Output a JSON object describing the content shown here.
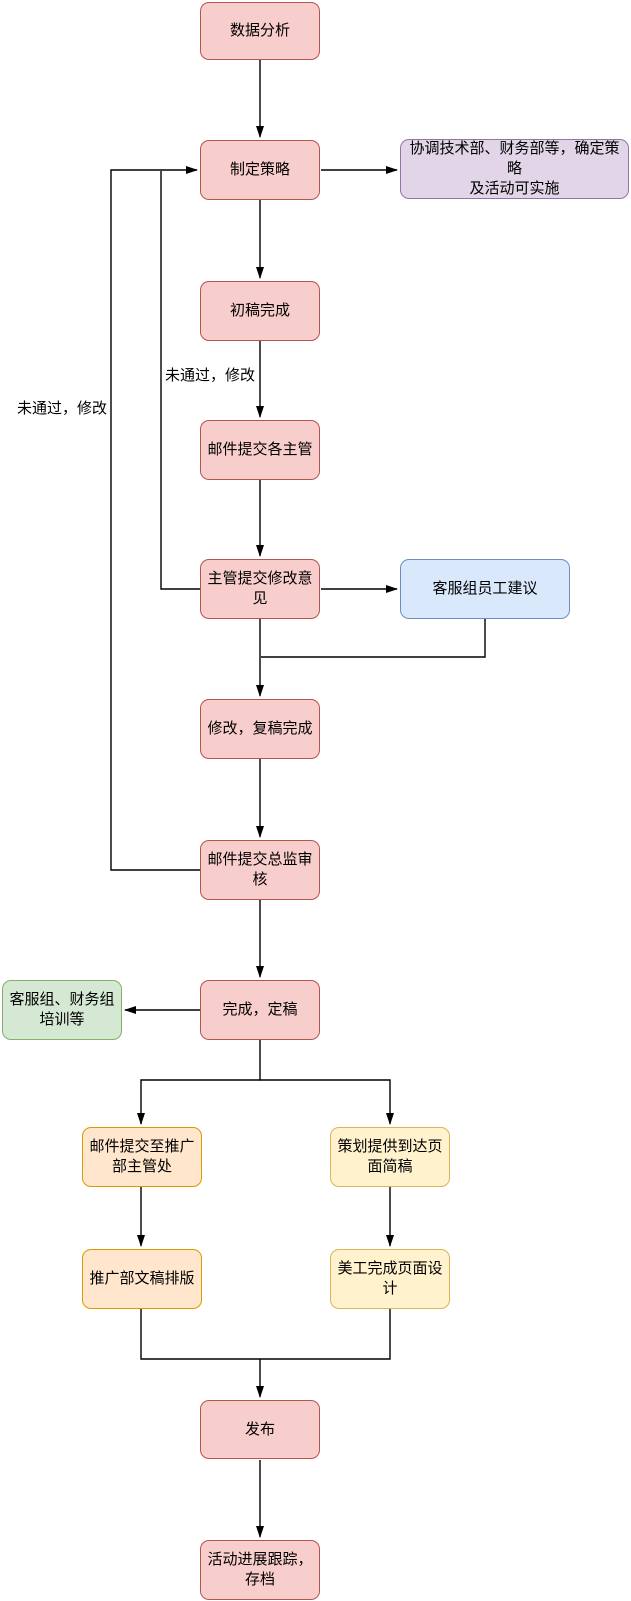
{
  "diagram": {
    "type": "flowchart",
    "background": "#ffffff",
    "nodes": {
      "data_analysis": {
        "label": "数据分析",
        "color": "pink"
      },
      "strategy": {
        "label": "制定策略",
        "color": "pink"
      },
      "coordinate": {
        "label": "协调技术部、财务部等，确定策略\n及活动可实施",
        "color": "purple"
      },
      "first_draft": {
        "label": "初稿完成",
        "color": "pink"
      },
      "email_supervisors": {
        "label": "邮件提交各主管",
        "color": "pink"
      },
      "supervisor_feedback": {
        "label": "主管提交修改意\n见",
        "color": "pink"
      },
      "cs_staff_suggestions": {
        "label": "客服组员工建议",
        "color": "blue"
      },
      "revise_second_draft": {
        "label": "修改，复稿完成",
        "color": "pink"
      },
      "email_director": {
        "label": "邮件提交总监审\n核",
        "color": "pink"
      },
      "finalize": {
        "label": "完成，定稿",
        "color": "pink"
      },
      "training": {
        "label": "客服组、财务组\n培训等",
        "color": "green"
      },
      "email_promotion": {
        "label": "邮件提交至推广\n部主管处",
        "color": "orange"
      },
      "landing_draft": {
        "label": "策划提供到达页\n面简稿",
        "color": "yellow"
      },
      "promotion_layout": {
        "label": "推广部文稿排版",
        "color": "orange"
      },
      "design_page": {
        "label": "美工完成页面设\n计",
        "color": "yellow"
      },
      "publish": {
        "label": "发布",
        "color": "pink"
      },
      "tracking": {
        "label": "活动进展跟踪，\n存档",
        "color": "pink"
      }
    },
    "edge_labels": {
      "not_passed_inner": "未通过，修改",
      "not_passed_outer": "未通过，修改"
    },
    "edges": [
      {
        "from": "data_analysis",
        "to": "strategy"
      },
      {
        "from": "strategy",
        "to": "coordinate"
      },
      {
        "from": "strategy",
        "to": "first_draft"
      },
      {
        "from": "first_draft",
        "to": "email_supervisors"
      },
      {
        "from": "email_supervisors",
        "to": "supervisor_feedback"
      },
      {
        "from": "supervisor_feedback",
        "to": "cs_staff_suggestions"
      },
      {
        "from": "supervisor_feedback",
        "to": "revise_second_draft"
      },
      {
        "from": "cs_staff_suggestions",
        "to": "revise_second_draft"
      },
      {
        "from": "supervisor_feedback",
        "to": "strategy",
        "label": "未通过，修改"
      },
      {
        "from": "revise_second_draft",
        "to": "email_director"
      },
      {
        "from": "email_director",
        "to": "strategy",
        "label": "未通过，修改"
      },
      {
        "from": "email_director",
        "to": "finalize"
      },
      {
        "from": "finalize",
        "to": "training"
      },
      {
        "from": "finalize",
        "to": "email_promotion"
      },
      {
        "from": "finalize",
        "to": "landing_draft"
      },
      {
        "from": "email_promotion",
        "to": "promotion_layout"
      },
      {
        "from": "landing_draft",
        "to": "design_page"
      },
      {
        "from": "promotion_layout",
        "to": "publish"
      },
      {
        "from": "design_page",
        "to": "publish"
      },
      {
        "from": "publish",
        "to": "tracking"
      }
    ],
    "palette": {
      "pink_fill": "#f8cecc",
      "pink_stroke": "#b85450",
      "purple_fill": "#e1d5e7",
      "purple_stroke": "#9673a6",
      "blue_fill": "#dae8fc",
      "blue_stroke": "#6c8ebf",
      "green_fill": "#d5e8d4",
      "green_stroke": "#82b366",
      "orange_fill": "#ffe6cc",
      "orange_stroke": "#d79b00",
      "yellow_fill": "#fff2cc",
      "yellow_stroke": "#d6b656",
      "line_color": "#000000"
    }
  }
}
